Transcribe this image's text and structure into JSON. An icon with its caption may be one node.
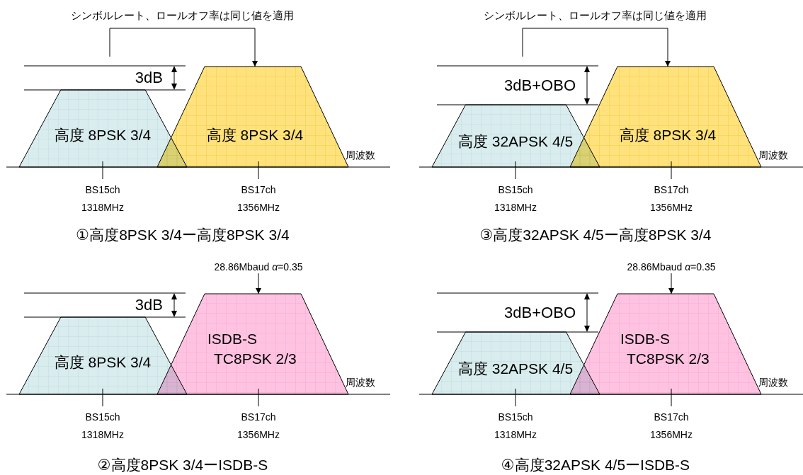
{
  "diagram": {
    "nodes": [
      {
        "text": [
          "高度 8PSK 3/4"
        ],
        "beside": [
          "BS15ch 1318MHz"
        ]
      },
      {
        "text": [
          "高度 8PSK 3/4"
        ],
        "beside": [
          "BS17ch 1356MHz"
        ]
      },
      {
        "text": [
          "高度 32APSK 4/5"
        ],
        "beside": [
          "BS15ch 1318MHz"
        ]
      },
      {
        "text": [
          "高度 8PSK 3/4"
        ],
        "beside": [
          "BS17ch 1356MHz"
        ]
      },
      {
        "text": [
          "28.86Mbaud *α*=0.35"
        ]
      },
      {
        "text": [
          "高度 8PSK 3/4"
        ],
        "beside": [
          "BS15ch 1318MHz"
        ]
      },
      {
        "text": [
          "ISDB-S",
          "TC8PSK 2/3"
        ],
        "beside": [
          "BS17ch 1356MHz"
        ]
      },
      {
        "text": [
          "28.86Mbaud *α*=0.35"
        ]
      },
      {
        "text": [
          "高度 32APSK 4/5"
        ],
        "beside": [
          "BS15ch 1318MHz"
        ]
      },
      {
        "text": [
          "ISDB-S",
          "TC8PSK 2/3"
        ],
        "beside": [
          "BS17ch 1356MHz"
        ]
      }
    ],
    "edges": [
      {
        "from": 0,
        "to": 1,
        "arrow": "to",
        "label": "シンボルレート、ロールオフ率は同じ値を適用"
      },
      {
        "from": 2,
        "to": 3,
        "arrow": "to",
        "label": "シンボルレート、ロールオフ率は同じ値を適用"
      },
      {
        "from": 4,
        "to": 6,
        "arrow": "to"
      },
      {
        "from": 7,
        "to": 9,
        "arrow": "to"
      }
    ],
    "labels": [
      "3dB",
      "周波数",
      "①高度8PSK 3/4ー高度8PSK 3/4",
      "3dB+OBO",
      "周波数",
      "③高度32APSK 4/5ー高度8PSK 3/4",
      "3dB",
      "周波数",
      "②高度8PSK 3/4ーISDB-S",
      "3dB+OBO",
      "周波数",
      "④高度32APSK 4/5ーISDB-S"
    ]
  }
}
